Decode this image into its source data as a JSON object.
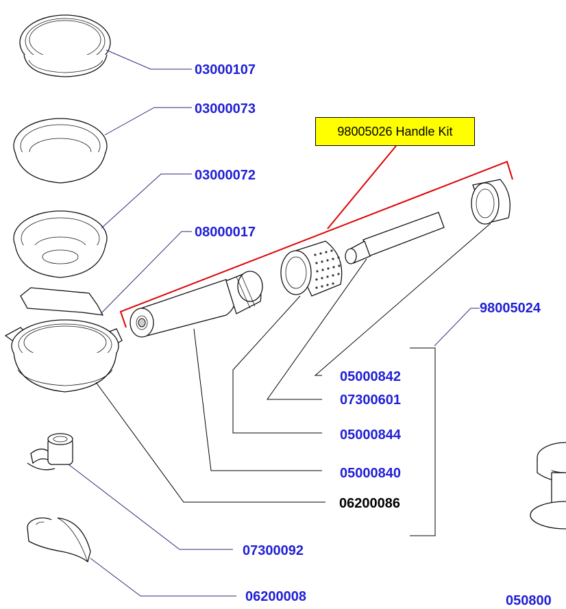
{
  "kit": {
    "label": "98005026 Handle Kit",
    "box_color": "#ffff00",
    "bracket_color": "#e00000"
  },
  "labels": {
    "p03000107": "03000107",
    "p03000073": "03000073",
    "p03000072": "03000072",
    "p08000017": "08000017",
    "p98005024": "98005024",
    "p05000842": "05000842",
    "p07300601": "07300601",
    "p05000844": "05000844",
    "p05000840": "05000840",
    "p06200086": "06200086",
    "p07300092": "07300092",
    "p06200008": "06200008",
    "p0508_partial": "050800"
  },
  "colors": {
    "label_blue": "#1f1fd6",
    "label_black": "#000000"
  }
}
